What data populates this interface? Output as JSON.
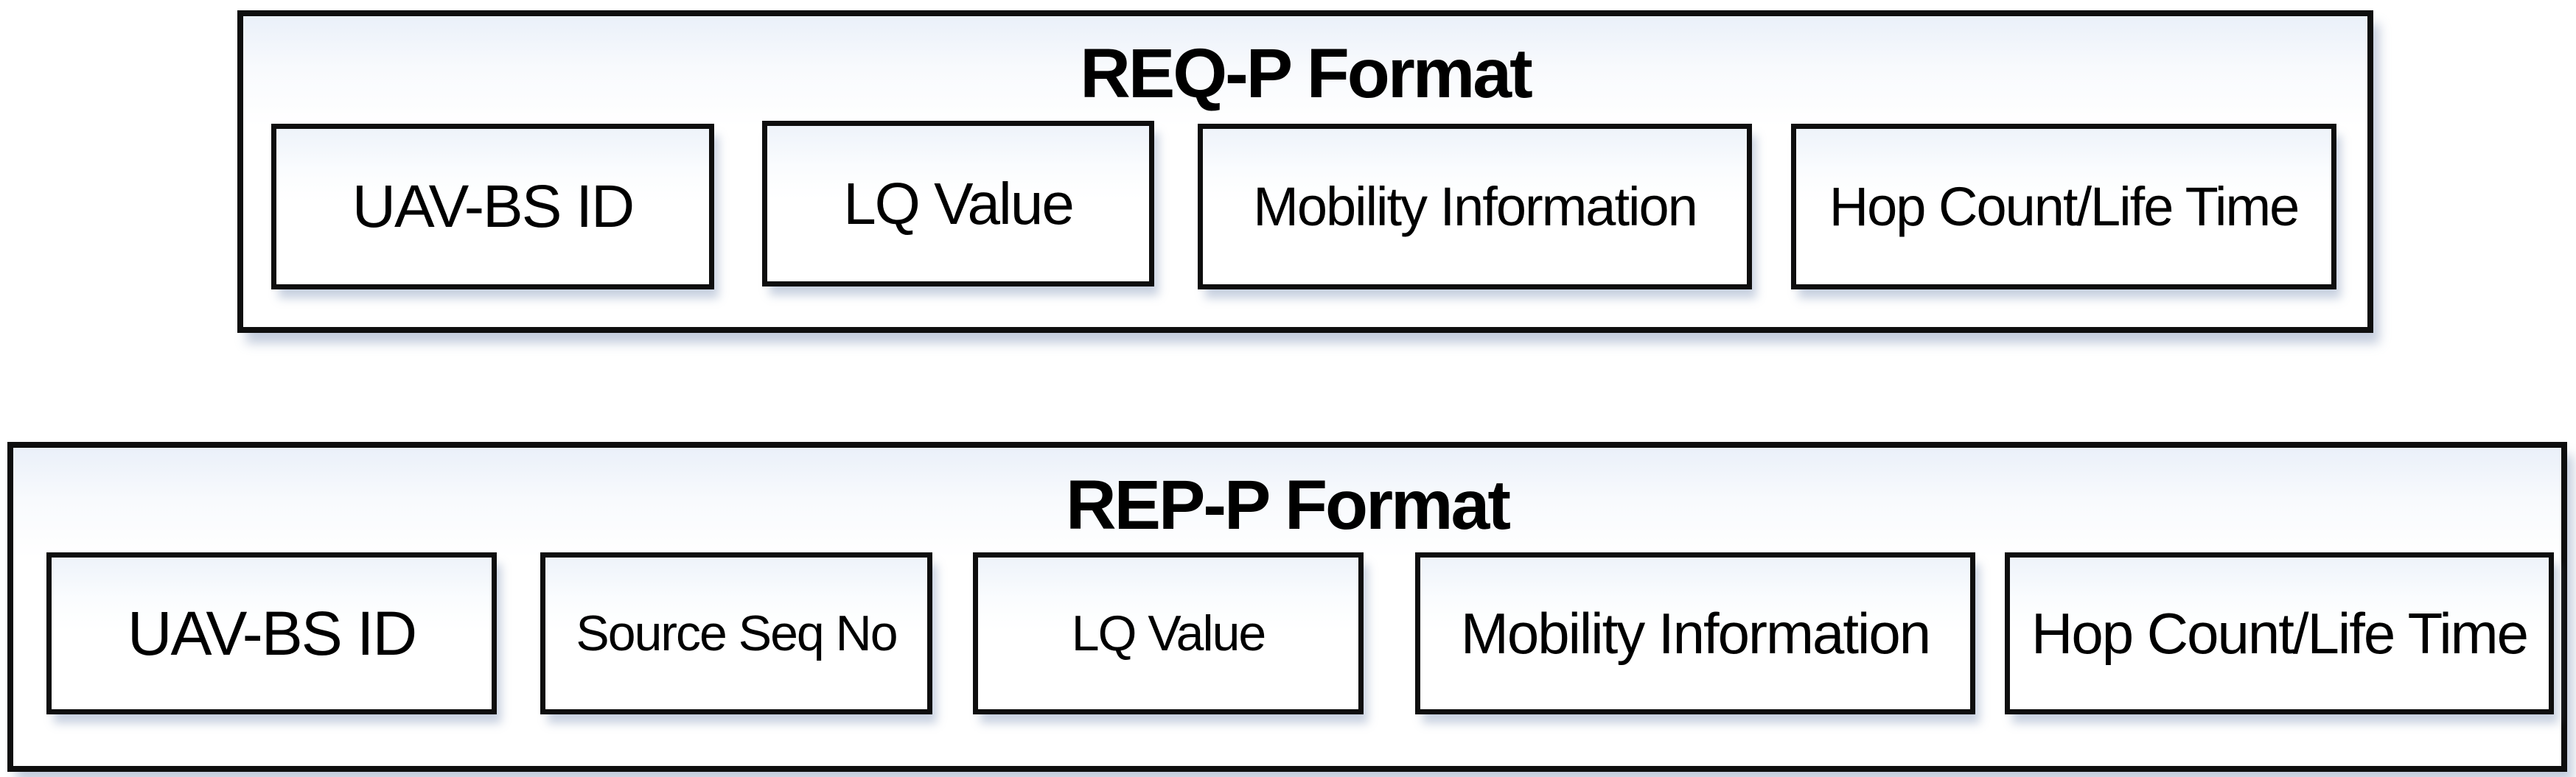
{
  "req": {
    "title": "REQ-P Format",
    "fields": [
      {
        "label": "UAV-BS ID"
      },
      {
        "label": "LQ Value"
      },
      {
        "label": "Mobility Information"
      },
      {
        "label": "Hop Count/Life Time"
      }
    ]
  },
  "rep": {
    "title": "REP-P Format",
    "fields": [
      {
        "label": "UAV-BS ID"
      },
      {
        "label": "Source Seq No"
      },
      {
        "label": "LQ Value"
      },
      {
        "label": "Mobility Information"
      },
      {
        "label": "Hop Count/Life Time"
      }
    ]
  },
  "colors": {
    "border": "#0e0e0e",
    "text": "#000000",
    "box_tint_top": "#eaf0f9",
    "shadow": "rgba(125,145,180,0.45)"
  }
}
